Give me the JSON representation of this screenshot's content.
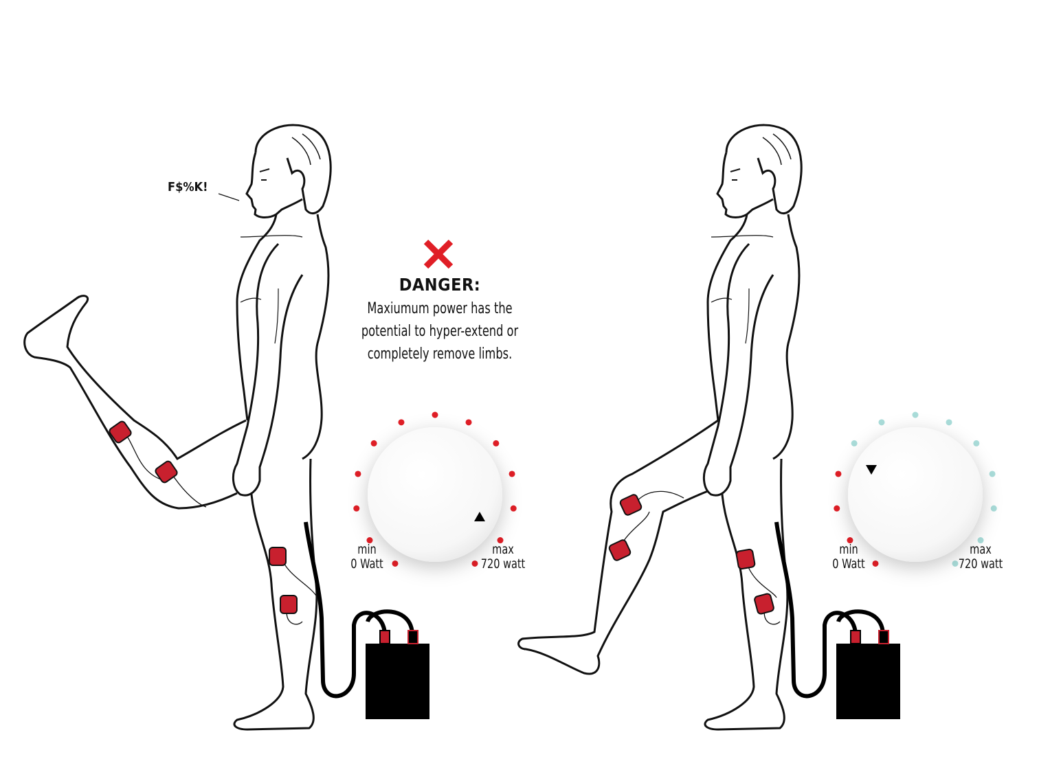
{
  "exclamation": "F$%K!",
  "warning": {
    "icon": "x-mark-icon",
    "title": "DANGER:",
    "lines": [
      "Maxiumum power has the",
      "potential to hyper-extend or",
      "completely remove limbs."
    ]
  },
  "dials": [
    {
      "min_label": "min",
      "min_value": "0 Watt",
      "max_label": "max",
      "max_value": "720 watt",
      "active_dots": 13,
      "total_dots": 13,
      "pointer": "up"
    },
    {
      "min_label": "min",
      "min_value": "0 Watt",
      "max_label": "max",
      "max_value": "720 watt",
      "active_dots": 4,
      "total_dots": 13,
      "pointer": "down"
    }
  ],
  "colors": {
    "active": "#e01e26",
    "inactive": "#a9dcd9",
    "electrode": "#c8202e",
    "box": "#000000"
  }
}
